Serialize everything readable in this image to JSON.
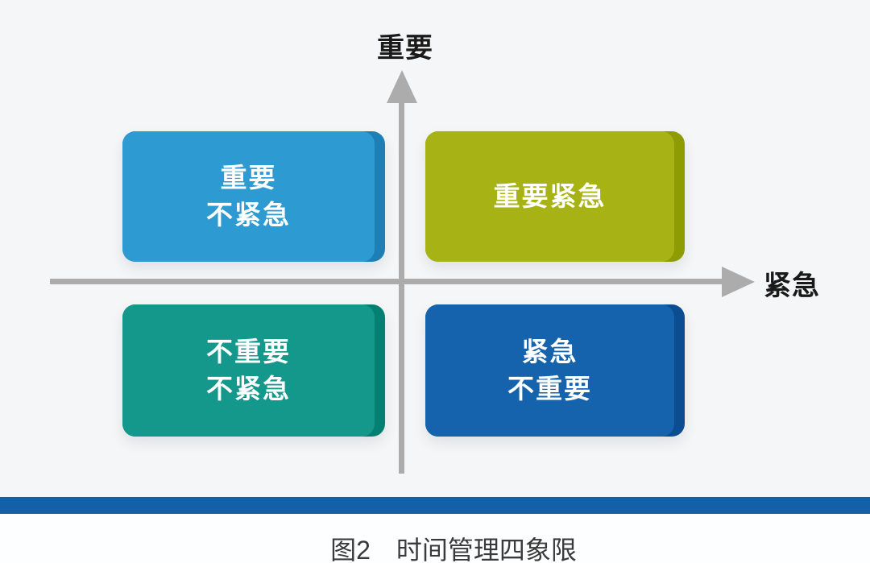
{
  "page": {
    "background_color": "#f4f6f7",
    "lower_background_color": "#fdfeff"
  },
  "axes": {
    "color": "#acacac",
    "y_axis_label": "重要",
    "x_axis_label": "紧急"
  },
  "quadrants": [
    {
      "id": "important-not-urgent",
      "line1": "重要",
      "line2": "不紧急",
      "fill": "#2d9bd2",
      "edge": "#1d7fb5"
    },
    {
      "id": "important-urgent",
      "line1": "重要紧急",
      "line2": "",
      "fill": "#a7b315",
      "edge": "#8e9b02"
    },
    {
      "id": "not-important-not-urgent",
      "line1": "不重要",
      "line2": "不紧急",
      "fill": "#13988b",
      "edge": "#048073"
    },
    {
      "id": "urgent-not-important",
      "line1": "紧急",
      "line2": "不重要",
      "fill": "#1563ad",
      "edge": "#0c4d92"
    }
  ],
  "footer": {
    "bar_color": "#1360a8",
    "figure_label": "图2",
    "caption": "时间管理四象限"
  }
}
